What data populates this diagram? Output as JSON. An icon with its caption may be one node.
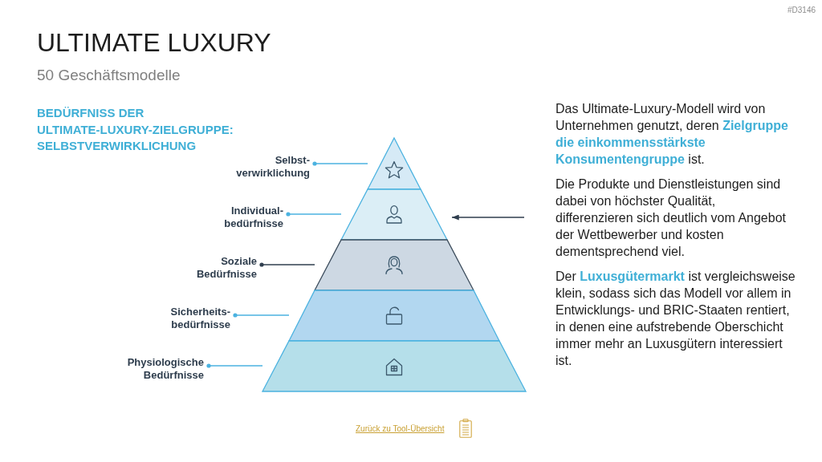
{
  "diagram": {
    "title": "ULTIMATE LUXURY",
    "nodes": [
      {
        "text": [
          "Selbst- verwirklichung"
        ]
      },
      {
        "text": [],
        "shape": "triangle"
      },
      {
        "text": [
          "Individual- bedürfnisse"
        ]
      },
      {
        "text": [],
        "shape": "trapezoid"
      },
      {
        "text": [
          "Soziale Bedürfnisse"
        ]
      },
      {
        "text": [],
        "shape": "trapezoid"
      },
      {
        "text": [
          "Sicherheits- bedürfnisse"
        ]
      },
      {
        "text": [],
        "shape": "trapezoid"
      },
      {
        "text": [
          "Physiologische Bedürfnisse"
        ]
      },
      {
        "text": [],
        "shape": "trapezoid"
      }
    ],
    "edges": [
      {
        "from": 0,
        "to": 1,
        "arrow": "other"
      },
      {
        "from": 2,
        "to": 3,
        "arrow": "other"
      },
      {
        "from": 4,
        "to": 5,
        "arrow": "other",
        "color": "#2f3e4e"
      },
      {
        "from": 6,
        "to": 7,
        "arrow": "other"
      },
      {
        "from": 8,
        "to": 9,
        "arrow": "other"
      },
      {
        "from": null,
        "to": 3,
        "arrow": "to",
        "color": "#2f3e4e"
      }
    ],
    "labels": [
      "#D3146",
      "50 Geschäftsmodelle",
      "BEDÜRFNISS DER ULTIMATE-LUXURY-ZIELGRUPPE: SELBSTVERWIRKLICHUNG",
      "Das Ultimate-Luxury-Modell wird von Unternehmen genutzt, deren **Zielgruppe die einkommensstärkste Konsumentengruppe** ist.",
      "Die Produkte und Dienstleistungen sind dabei von höchster Qualität, differenzieren sich deutlich vom Angebot der Wettbewerber und kosten dementsprechend viel.",
      "Der **Luxusgütermarkt** ist vergleichsweise klein, sodass sich das Modell vor allem in Entwicklungs- und BRIC-Staaten rentiert, in denen eine aufstrebende Oberschicht immer mehr an Luxusgütern interessiert ist.",
      "Zurück zu Tool-Übersicht"
    ]
  }
}
